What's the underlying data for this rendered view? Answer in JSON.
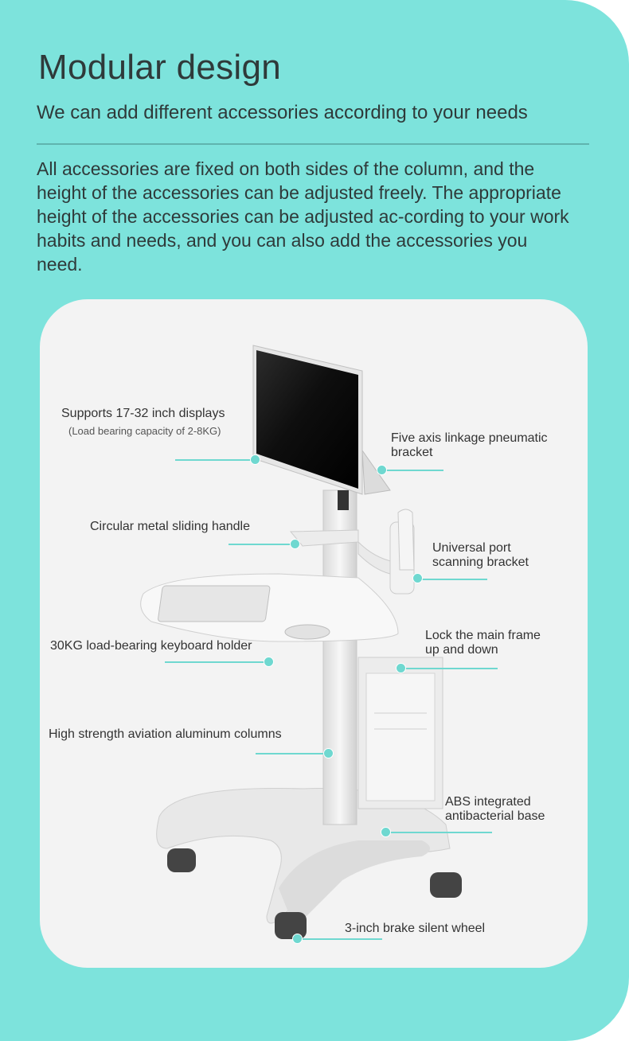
{
  "header": {
    "title": "Modular design",
    "subtitle": "We can add different accessories according to your needs"
  },
  "description": "All accessories are fixed on both sides of the column, and the height of the accessories can be adjusted freely. The appropriate height of the accessories can be adjusted ac-cording to your work habits and needs, and you can also add the accessories you need.",
  "callouts": {
    "displays": {
      "title": "Supports 17-32 inch displays",
      "note": "(Load bearing capacity of 2-8KG)"
    },
    "bracket": {
      "line1": "Five axis linkage pneumatic",
      "line2": "bracket"
    },
    "handle": {
      "title": "Circular metal sliding handle"
    },
    "scanner": {
      "line1": "Universal port",
      "line2": "scanning bracket"
    },
    "lock": {
      "line1": "Lock the main frame",
      "line2": "up and down"
    },
    "keyboard": {
      "title": "30KG load-bearing keyboard holder"
    },
    "columns": {
      "title": "High strength aviation aluminum columns"
    },
    "base": {
      "line1": "ABS integrated",
      "line2": "antibacterial base"
    },
    "wheel": {
      "title": "3-inch brake silent wheel"
    }
  },
  "colors": {
    "background": "#7de3dc",
    "accent": "#6fd8d0",
    "text": "#2f3a3a"
  }
}
